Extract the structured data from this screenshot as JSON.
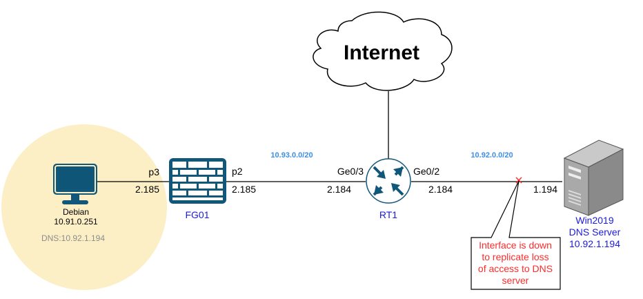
{
  "colors": {
    "zone_fill": "#fcefc6",
    "icon_blue": "#10577a",
    "device_label": "#1a1adc",
    "subnet_label": "#3b8fe8",
    "dns_gray": "#8c8c8c",
    "alert_red": "#ff2b2b",
    "line": "#000000"
  },
  "cloud": {
    "label": "Internet"
  },
  "nodes": {
    "debian": {
      "name": "Debian",
      "ip": "10.91.0.251",
      "dns": "DNS:10.92.1.194",
      "icon": "monitor-icon"
    },
    "fg01": {
      "name": "FG01",
      "icon": "firewall-icon"
    },
    "rt1": {
      "name": "RT1",
      "icon": "router-icon"
    },
    "win2019": {
      "name": "Win2019",
      "role": "DNS Server",
      "ip": "10.92.1.194",
      "icon": "server-icon"
    }
  },
  "links": {
    "debian_fg01": {
      "port_fg": "p3",
      "ip_fg": "2.185"
    },
    "fg01_rt1": {
      "port_fg": "p2",
      "ip_fg": "2.185",
      "port_rt": "Ge0/3",
      "ip_rt": "2.184",
      "subnet": "10.93.0.0/20"
    },
    "rt1_win": {
      "port_rt": "Ge0/2",
      "ip_rt": "2.184",
      "ip_win": "1.194",
      "subnet": "10.92.0.0/20",
      "status": "down"
    }
  },
  "callout": {
    "lines": [
      "Interface is down",
      "to replicate loss",
      "of access to DNS",
      "server"
    ]
  }
}
